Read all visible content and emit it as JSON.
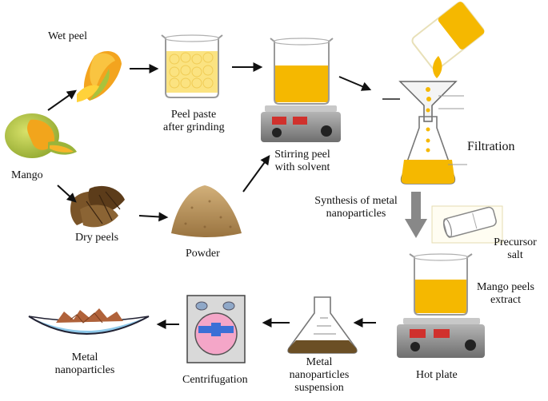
{
  "labels": {
    "wet_peel": "Wet peel",
    "mango": "Mango",
    "dry_peels": "Dry peels",
    "peel_paste_1": "Peel paste",
    "peel_paste_2": "after grinding",
    "powder": "Powder",
    "stirring_1": "Stirring peel",
    "stirring_2": "with solvent",
    "filtration": "Filtration",
    "synthesis_1": "Synthesis  of metal",
    "synthesis_2": "nanoparticles",
    "precursor_1": "Precursor",
    "precursor_2": "salt",
    "extract_1": "Mango peels",
    "extract_2": "extract",
    "hot_plate": "Hot plate",
    "suspension_1": "Metal",
    "suspension_2": "nanoparticles",
    "suspension_3": "suspension",
    "centrifugation": "Centrifugation",
    "metal_np_1": "Metal",
    "metal_np_2": "nanoparticles"
  },
  "colors": {
    "paste_yellow": "#fbe27a",
    "solution_yellow": "#f5b800",
    "powder_tan": "#b08a52",
    "dry_peel_brown": "#6b4a24",
    "mango_green": "#b7c94a",
    "mango_orange": "#f2a51c",
    "hotplate_gray": "#8a8a8a",
    "hotplate_red": "#d0312d",
    "flow_arrow_gray": "#888888",
    "centrifuge_pink": "#f4a6c8",
    "centrifuge_blue": "#3b6fd6",
    "dish_blue": "#8ec9ea",
    "np_brown": "#b0623a",
    "arrow_black": "#111111"
  },
  "icons": [
    "mango-icon",
    "wet-peel-icon",
    "dry-peels-icon",
    "paste-beaker-icon",
    "powder-pile-icon",
    "stirring-beaker-icon",
    "hotplate-icon",
    "tilted-beaker-icon",
    "funnel-flask-icon",
    "precursor-tube-icon",
    "extract-beaker-icon",
    "erlenmeyer-flask-icon",
    "centrifuge-icon",
    "petri-dish-icon",
    "flow-arrow-icon"
  ]
}
